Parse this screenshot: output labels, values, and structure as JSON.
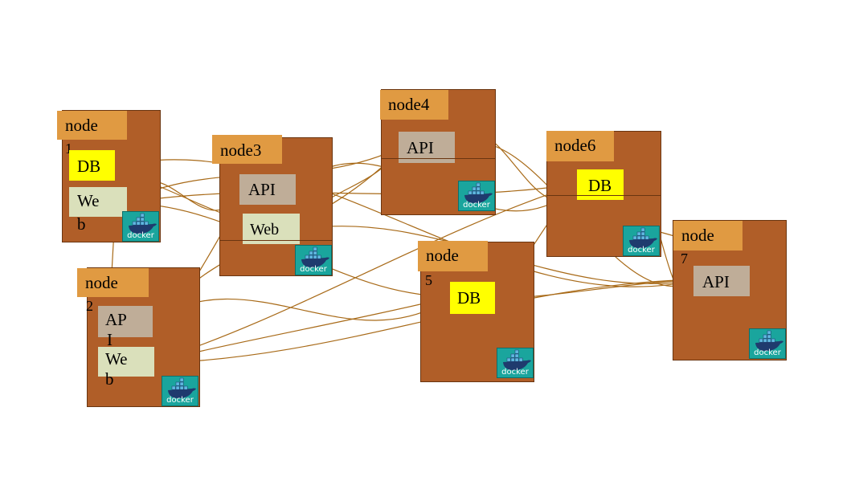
{
  "nodes": [
    {
      "id": "node1",
      "label": "node",
      "label2": "1",
      "services": [
        {
          "kind": "db",
          "text": "DB"
        },
        {
          "kind": "web",
          "text": "We",
          "text2": "b"
        }
      ],
      "docker": "docker"
    },
    {
      "id": "node2",
      "label": "node",
      "label2": "2",
      "services": [
        {
          "kind": "api",
          "text": "AP",
          "text2": "I"
        },
        {
          "kind": "web",
          "text": "We",
          "text2": "b"
        }
      ],
      "docker": "docker"
    },
    {
      "id": "node3",
      "label": "node3",
      "services": [
        {
          "kind": "api",
          "text": "API"
        },
        {
          "kind": "web",
          "text": "Web"
        }
      ],
      "docker": "docker"
    },
    {
      "id": "node4",
      "label": "node4",
      "services": [
        {
          "kind": "api",
          "text": "API"
        }
      ],
      "docker": "docker"
    },
    {
      "id": "node5",
      "label": "node",
      "label2": "5",
      "services": [
        {
          "kind": "db",
          "text": "DB"
        }
      ],
      "docker": "docker"
    },
    {
      "id": "node6",
      "label": "node6",
      "services": [
        {
          "kind": "db",
          "text": "DB"
        }
      ],
      "docker": "docker"
    },
    {
      "id": "node7",
      "label": "node",
      "label2": "7",
      "services": [
        {
          "kind": "api",
          "text": "API"
        }
      ],
      "docker": "docker"
    }
  ],
  "connections": [
    [
      "node1.web",
      "node1.db"
    ],
    [
      "node1.web",
      "node3.api"
    ],
    [
      "node1.web",
      "node4.api"
    ],
    [
      "node1.web",
      "node6.db"
    ],
    [
      "node1.web",
      "node5.db"
    ],
    [
      "node1.web",
      "node2.api"
    ],
    [
      "node2.web",
      "node3.api"
    ],
    [
      "node2.web",
      "node6.db"
    ],
    [
      "node2.web",
      "node5.db"
    ],
    [
      "node2.web",
      "node7.api"
    ],
    [
      "node2.api",
      "node4.api"
    ],
    [
      "node2.api",
      "node5.db"
    ],
    [
      "node3.web",
      "node4.api"
    ],
    [
      "node3.web",
      "node7.api"
    ],
    [
      "node3.web",
      "node1.db"
    ],
    [
      "node3.api",
      "node6.db"
    ],
    [
      "node4.api",
      "node6.db"
    ],
    [
      "node4.api",
      "node7.api"
    ],
    [
      "node5.db",
      "node6.db"
    ],
    [
      "node5.db",
      "node7.api"
    ],
    [
      "node6.db",
      "node7.api"
    ],
    [
      "node7.api",
      "node6.db"
    ],
    [
      "node1.db",
      "node7.api"
    ]
  ]
}
